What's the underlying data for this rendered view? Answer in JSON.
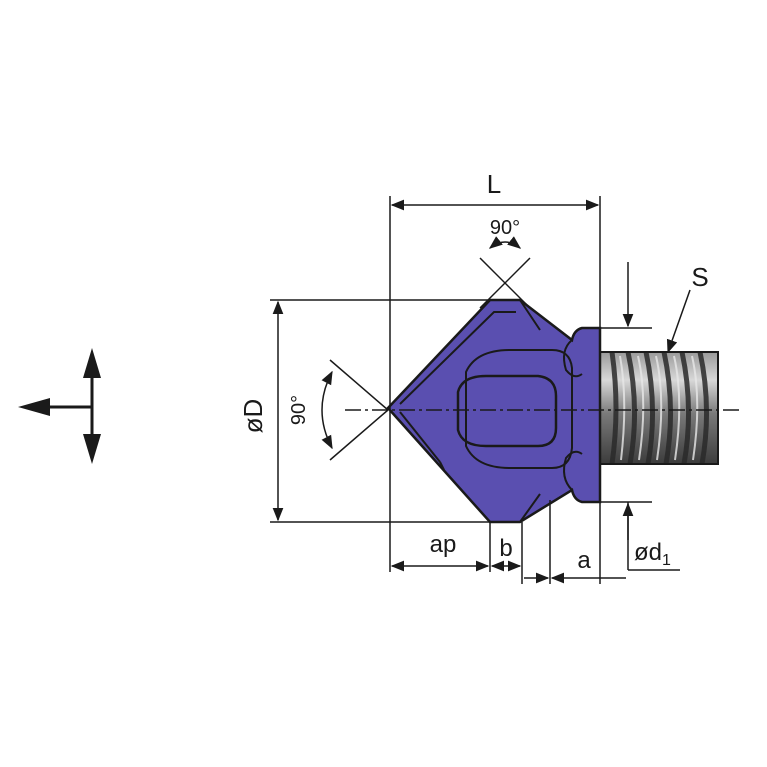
{
  "labels": {
    "length": "L",
    "angle_top": "90°",
    "angle_side": "90°",
    "diameter": "øD",
    "thread": "S",
    "depth": "ap",
    "chamfer_b": "b",
    "offset_a": "a",
    "shank_d": "ød",
    "shank_d_sub": "1"
  },
  "colors": {
    "body": "#5a4fb0",
    "body_dark": "#3b3180",
    "line": "#1a1a1a",
    "thread_dark": "#3a3a3a",
    "thread_light": "#bdbdbd"
  },
  "icons": {
    "direction": "feed-direction-arrows-icon"
  }
}
